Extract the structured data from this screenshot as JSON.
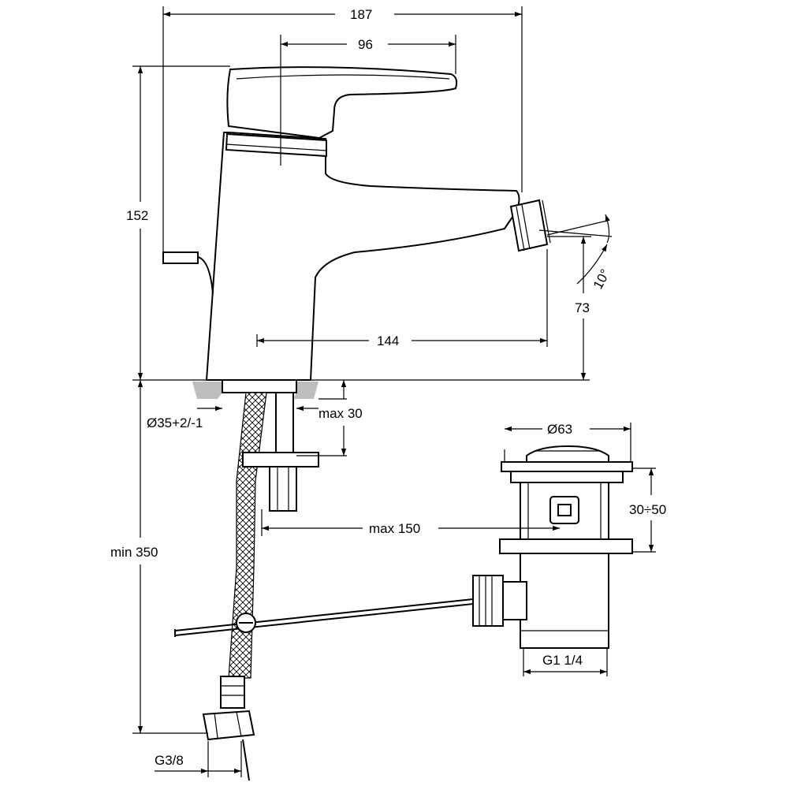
{
  "dimensions": {
    "overall_width": "187",
    "handle_reach": "96",
    "height": "152",
    "spout_projection": "144",
    "outlet_height": "73",
    "spout_angle": "10°",
    "hole_diameter": "Ø35+2/-1",
    "max_deck_thickness": "max 30",
    "max_lever_offset": "max 150",
    "min_hose_length": "min 350",
    "hose_connection": "G3/8",
    "waste_diameter": "Ø63",
    "waste_adjustment": "30÷50",
    "waste_thread": "G1 1/4"
  }
}
